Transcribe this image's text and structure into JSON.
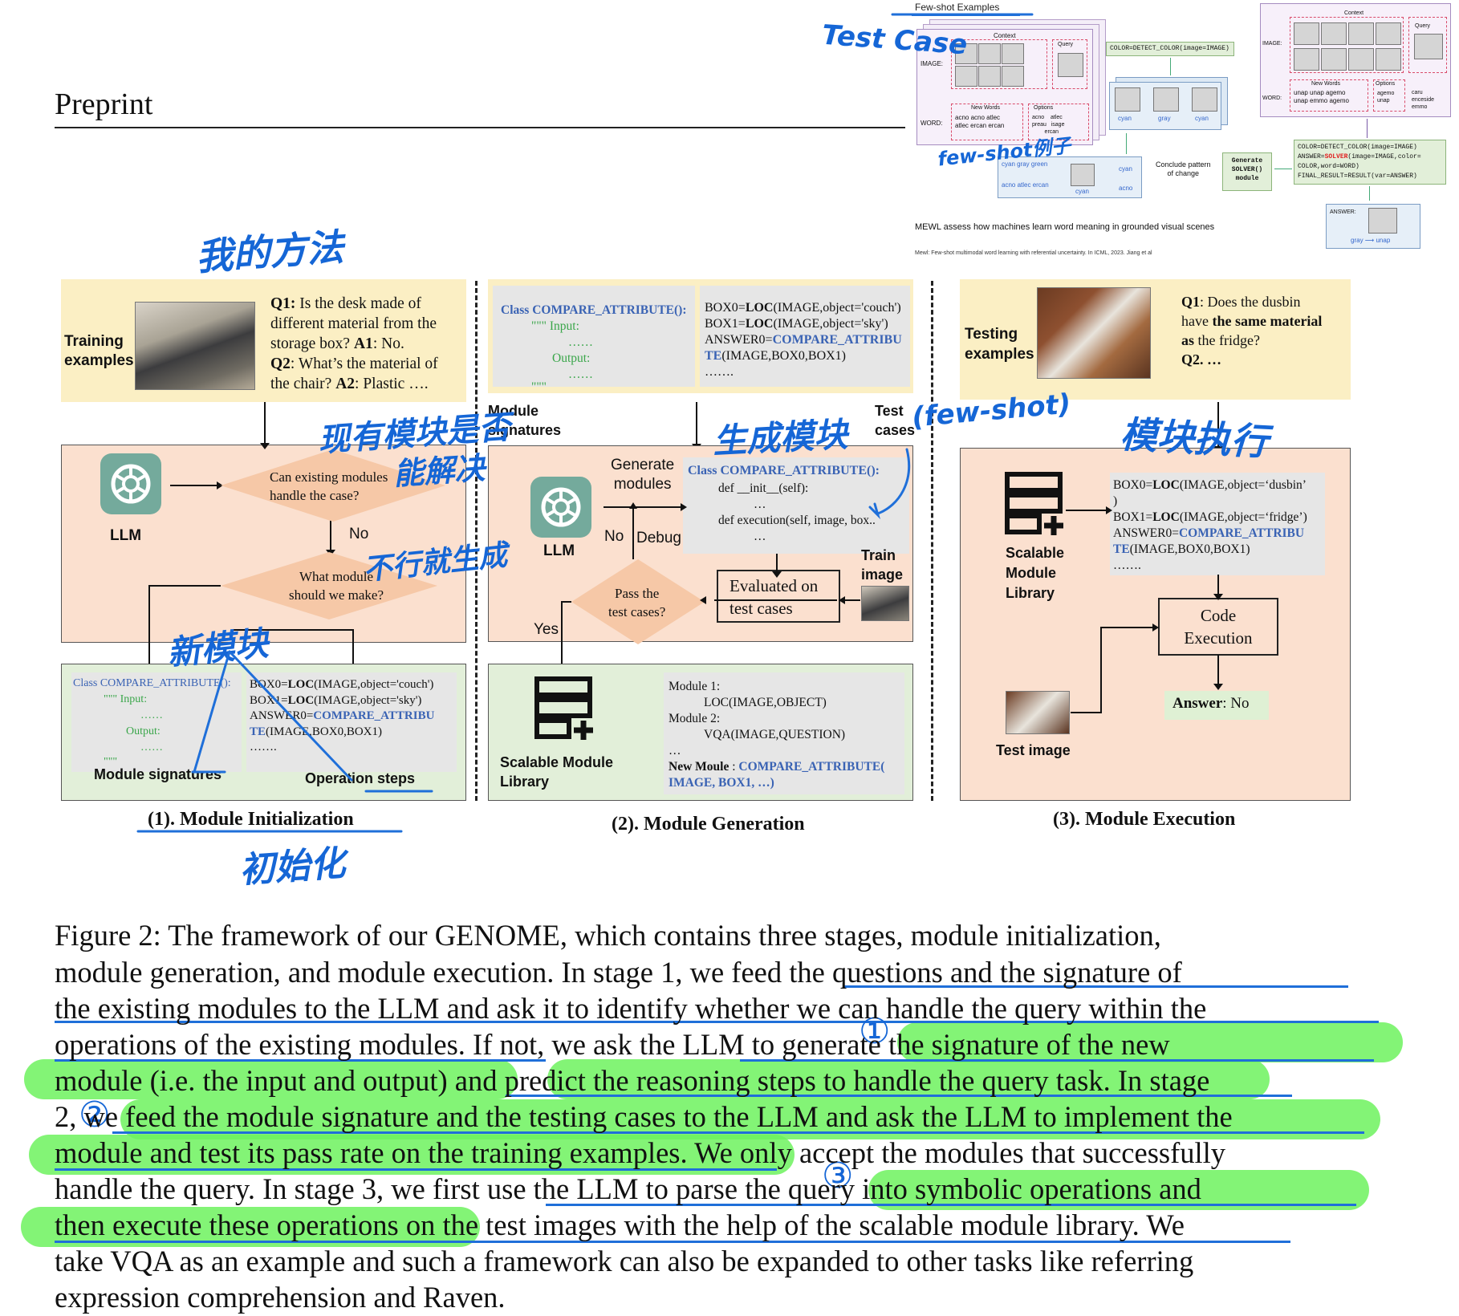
{
  "header": {
    "label": "Preprint"
  },
  "inset": {
    "title": "Few-shot Examples",
    "context_label": "Context",
    "query_label": "Query",
    "image_label": "IMAGE:",
    "word_label": "WORD:",
    "new_words_label": "New Words",
    "new_words": "acno acno atlec\natlec ercan ercan",
    "options_label": "Options",
    "options": "acno    atlec\npreau   isage\n        ercan",
    "code1": "COLOR=DETECT_COLOR(image=IMAGE)",
    "colors": [
      "cyan",
      "gray",
      "cyan"
    ],
    "pairs_top": "cyan gray green",
    "pairs_bottom": "acno atlec ercan",
    "pair_cyan": "cyan",
    "pair_acno": "acno",
    "pair_cyan2": "cyan",
    "conclude": "Conclude pattern\nof change",
    "generate_solver": "Generate\nSOLVER()\nmodule",
    "right_context": "Context",
    "right_query": "Query",
    "right_image_label": "IMAGE:",
    "right_word_label": "WORD:",
    "right_new_words_label": "New Words",
    "right_new_words": "unap unap agemo\nunap emmo agemo",
    "right_options_label": "Options",
    "right_options": "agemo\nunap",
    "right_extra": "caru\nenceside\nemmo",
    "code2_l1": "COLOR=DETECT_COLOR(image=IMAGE)",
    "code2_l2a": "ANSWER=",
    "code2_l2b": "SOLVER",
    "code2_l2c": "(image=IMAGE,color=",
    "code2_l3": "COLOR,word=WORD)",
    "code2_l4": "FINAL_RESULT=RESULT(var=ANSWER)",
    "answer_label": "ANSWER:",
    "answer_value": "gray ⟶ unap",
    "caption1": "MEWL assess how machines learn word meaning in grounded visual scenes",
    "caption2": "Mewl: Few-shot multimodal word learning with referential uncertainty. In ICML, 2023. Jiang et al"
  },
  "annotations": {
    "test_case": "Test Case",
    "few_shot_examples": "few-shot例子",
    "my_method": "我的方法",
    "existing_modules_solve": "现有模块是否",
    "can_solve": "能解决",
    "cannot_generate": "不行就生成",
    "new_module": "新模块",
    "generate_module": "生成模块",
    "few_shot": "(few-shot)",
    "module_execution": "模块执行",
    "initialization": "初始化",
    "circle1": "①",
    "circle2": "②",
    "circle3": "③"
  },
  "stage1": {
    "training_examples": "Training\nexamples",
    "q1_label": "Q1:",
    "q1_text": " Is the desk made of",
    "q1_line2": "different material from the",
    "q1_line3a": "storage box? ",
    "a1_label": "A1",
    "a1_text": ": No.",
    "q2_label": "Q2",
    "q2_text": ": What’s the material of",
    "q2_line2a": "the chair? ",
    "a2_label": "A2",
    "a2_text": ": Plastic ….",
    "llm_label": "LLM",
    "diamond1": "Can existing modules\nhandle the case?",
    "no_label": "No",
    "diamond2": "What module\nshould we make?",
    "class_line": "Class COMPARE_ATTRIBUTE():",
    "doc_open": "\"\"\" Input:",
    "doc_dots1": "……",
    "doc_output": "Output:",
    "doc_dots2": "……",
    "doc_close": "\"\"\"",
    "code_l1a": "BOX0=",
    "code_l1b": "LOC",
    "code_l1c": "(IMAGE,object='couch')",
    "code_l2a": "BOX1=",
    "code_l2b": "LOC",
    "code_l2c": "(IMAGE,object='sky')",
    "code_l3a": "ANSWER0=",
    "code_l3b": "COMPARE_ATTRIBU",
    "code_l4a": "TE",
    "code_l4b": "(IMAGE,BOX0,BOX1)",
    "code_l5": "…….",
    "module_signatures": "Module signatures",
    "operation_steps": "Operation steps",
    "title": "(1). Module Initialization"
  },
  "stage2": {
    "class_line": "Class COMPARE_ATTRIBUTE():",
    "doc_open": "\"\"\" Input:",
    "doc_dots1": "……",
    "doc_output": "Output:",
    "doc_dots2": "……",
    "doc_close": "\"\"\"",
    "code_l1a": "BOX0=",
    "code_l1b": "LOC",
    "code_l1c": "(IMAGE,object='couch')",
    "code_l2a": "BOX1=",
    "code_l2b": "LOC",
    "code_l2c": "(IMAGE,object='sky')",
    "code_l3a": "ANSWER0=",
    "code_l3b": "COMPARE_ATTRIBU",
    "code_l4a": "TE",
    "code_l4b": "(IMAGE,BOX0,BOX1)",
    "code_l5": "…….",
    "module_signatures": "Module\nsignatures",
    "test_cases": "Test\ncases",
    "generate_modules": "Generate\nmodules",
    "llm_label": "LLM",
    "gen_class": "Class COMPARE_ATTRIBUTE():",
    "gen_l1": "def __init__(self):",
    "gen_l2": "…",
    "gen_l3": "def execution(self, image, box..",
    "gen_l4": "…",
    "no_label": "No",
    "debug_label": "Debug",
    "evaluated": "Evaluated on\ntest cases",
    "train_image": "Train\nimage",
    "diamond": "Pass the\ntest cases?",
    "yes_label": "Yes",
    "library_label": "Scalable Module\nLibrary",
    "lib_l1": "Module 1:",
    "lib_l2": "LOC(IMAGE,OBJECT)",
    "lib_l3": "Module 2:",
    "lib_l4": "VQA(IMAGE,QUESTION)",
    "lib_l5": "…",
    "lib_new_a": "New Moule",
    "lib_new_b": " : ",
    "lib_new_c": "COMPARE_ATTRIBUTE(",
    "lib_new_d": "IMAGE, BOX1, …)",
    "title": "(2). Module Generation"
  },
  "stage3": {
    "testing_examples": "Testing\nexamples",
    "q1_label": "Q1",
    "q1_text": ": Does the dusbin",
    "q1_line2a": "have ",
    "q1_line2b": "the same material",
    "q1_line3a": "as",
    "q1_line3b": " the fridge?",
    "q2": "Q2. …",
    "library_label": "Scalable\nModule\nLibrary",
    "code_l1a": "BOX0=",
    "code_l1b": "LOC",
    "code_l1c": "(IMAGE,object=‘dusbin’",
    "code_l1d": ")",
    "code_l2a": "BOX1=",
    "code_l2b": "LOC",
    "code_l2c": "(IMAGE,object=‘fridge’)",
    "code_l3a": "ANSWER0=",
    "code_l3b": "COMPARE_ATTRIBU",
    "code_l4a": "TE",
    "code_l4b": "(IMAGE,BOX0,BOX1)",
    "code_l5": "…….",
    "code_execution": "Code\nExecution",
    "test_image": "Test image",
    "answer_label": "Answer",
    "answer_value": ": No",
    "title": "(3). Module Execution"
  },
  "caption": {
    "lines": [
      "Figure 2:    The framework of our GENOME, which contains three stages, module initialization,",
      "module generation, and module execution.  In stage 1, we feed the questions and the signature of",
      "the existing modules to the LLM and ask it to identify whether we can handle the query within the",
      "operations of the existing modules.  If not, we ask the LLM to generate the signature of the new",
      "module (i.e. the input and output) and predict the reasoning steps to handle the query task.  In stage",
      "2, we feed the module signature and the testing cases to the LLM and ask the LLM to implement the",
      "module and test its pass rate on the training examples.  We only accept the modules that successfully",
      "handle the query.  In stage 3, we first use the LLM to parse the query into symbolic operations and",
      "then execute these operations on the test images with the help of the scalable module library.  We",
      "take VQA as an example and such a framework can also be expanded to other tasks like referring",
      "expression comprehension and Raven."
    ]
  },
  "colors": {
    "highlight": "#6df25e",
    "ink": "#1566d6",
    "code_blue": "#3a63b4",
    "doc_green": "#3aa64a",
    "yellow_panel": "#fbefc4",
    "peach_panel": "#fbe0cf",
    "mint_panel": "#e2efd9"
  }
}
